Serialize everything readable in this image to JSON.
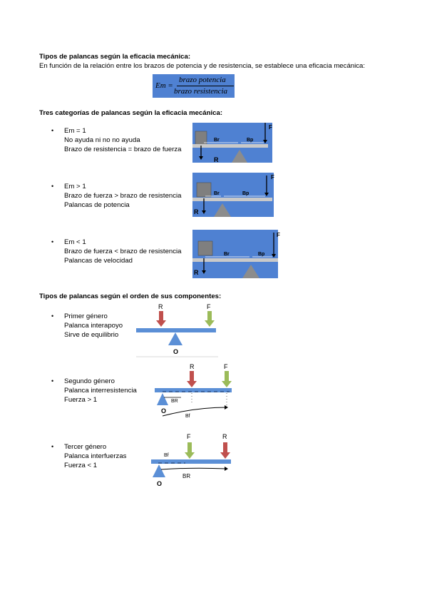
{
  "section1": {
    "title": "Tipos de palancas según la eficacia mecánica:",
    "intro": "En función de la relación entre los brazos de potencia y de resistencia, se establece una eficacia mecánica:"
  },
  "formula": {
    "lhs": "Em =",
    "numerator": "brazo  potencia",
    "denominator": "brazo  resistencia"
  },
  "section2": {
    "title": "Tres categorías de palancas según la eficacia mecánica:",
    "items": [
      {
        "bullet": "•",
        "line1": "Em = 1",
        "line2": "No ayuda ni no no ayuda",
        "line3": "Brazo de resistencia = brazo de fuerza"
      },
      {
        "bullet": "•",
        "line1": "Em > 1",
        "line2": "Brazo de fuerza > brazo de resistencia",
        "line3": "Palancas de potencia"
      },
      {
        "bullet": "•",
        "line1": "Em < 1",
        "line2": "Brazo de fuerza < brazo de resistencia",
        "line3": "Palancas de velocidad"
      }
    ]
  },
  "eff_diagrams": {
    "labels": {
      "f": "F",
      "r": "R",
      "br": "Br",
      "bp": "Bp"
    }
  },
  "section3": {
    "title": "Tipos de palancas según el orden de sus componentes:",
    "items": [
      {
        "bullet": "•",
        "line1": "Primer género",
        "line2": "Palanca interapoyo",
        "line3": "Sirve de equilibrio"
      },
      {
        "bullet": "•",
        "line1": "Segundo género",
        "line2": "Palanca interresistencia",
        "line3": "Fuerza > 1"
      },
      {
        "bullet": "•",
        "line1": "Tercer género",
        "line2": "Palanca interfuerzas",
        "line3": "Fuerza < 1"
      }
    ]
  },
  "order_diagrams": {
    "labels": {
      "r": "R",
      "f": "F",
      "o": "O",
      "br": "BR",
      "bf": "Bf"
    }
  },
  "colors": {
    "panel_blue": "#4f81d2",
    "bar_blue": "#5b8fd6",
    "beam_grey": "#c9c9c9",
    "fulcrum_grey": "#8c8c8c",
    "arrow_red": "#c0504d",
    "arrow_green": "#9bbb59"
  }
}
